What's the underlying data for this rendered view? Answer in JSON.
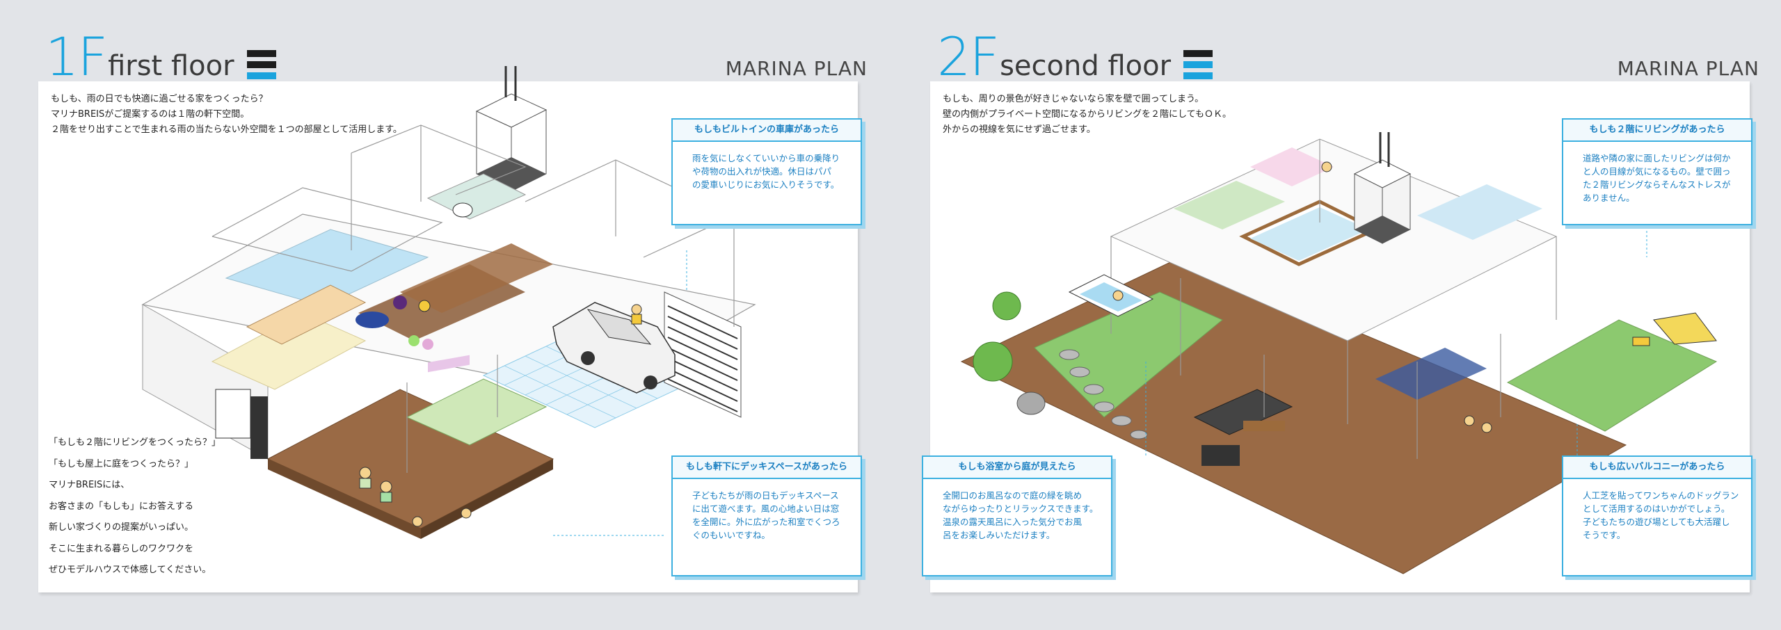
{
  "left": {
    "floor_number": "1F",
    "floor_label": "first floor",
    "plan_label": "MARINA PLAN",
    "intro": [
      "もしも、雨の日でも快適に過ごせる家をつくったら？",
      "マリナBREISがご提案するのは１階の軒下空間。",
      "２階をせり出すことで生まれる雨の当たらない外空間を１つの部屋として活用します。"
    ],
    "closing": [
      "「もしも２階にリビングをつくったら？」",
      "「もしも屋上に庭をつくったら？」",
      "マリナBREISには、",
      "お客さまの「もしも」にお答えする",
      "新しい家づくりの提案がいっぱい。",
      "そこに生まれる暮らしのワクワクを",
      "ぜひモデルハウスで体感してください。"
    ],
    "callouts": [
      {
        "title": "もしもビルトインの車庫があったら",
        "body": [
          "雨を気にしなくていいから車の乗降り",
          "や荷物の出入れが快適。休日はパパ",
          "の愛車いじりにお気に入りそうです。"
        ]
      },
      {
        "title": "もしも軒下にデッキスペースがあったら",
        "body": [
          "子どもたちが雨の日もデッキスペース",
          "に出て遊べます。風の心地よい日は窓",
          "を全開に。外に広がった和室でくつろ",
          "ぐのもいいですね。"
        ]
      }
    ]
  },
  "right": {
    "floor_number": "2F",
    "floor_label": "second floor",
    "plan_label": "MARINA PLAN",
    "intro": [
      "もしも、周りの景色が好きじゃないなら家を壁で囲ってしまう。",
      "壁の内側がプライベート空間になるからリビングを２階にしてもＯＫ。",
      "外からの視線を気にせず過ごせます。"
    ],
    "callouts": [
      {
        "title": "もしも２階にリビングがあったら",
        "body": [
          "道路や隣の家に面したリビングは何か",
          "と人の目線が気になるもの。壁で囲っ",
          "た２階リビングならそんなストレスが",
          "ありません。"
        ]
      },
      {
        "title": "もしも浴室から庭が見えたら",
        "body": [
          "全開口のお風呂なので庭の緑を眺め",
          "ながらゆったりとリラックスできます。",
          "温泉の露天風呂に入った気分でお風",
          "呂をお楽しみいただけます。"
        ]
      },
      {
        "title": "もしも広いバルコニーがあったら",
        "body": [
          "人工芝を貼ってワンちゃんのドッグラン",
          "として活用するのはいかがでしょう。",
          "子どもたちの遊び場としても大活躍し",
          "そうです。"
        ]
      }
    ]
  },
  "colors": {
    "accent_blue": "#1aa3dd",
    "callout_text": "#1a7fc1",
    "icon_dark": "#1d1d1d",
    "deck_brown": "#9a6a45",
    "grass_green": "#8cc96f"
  }
}
